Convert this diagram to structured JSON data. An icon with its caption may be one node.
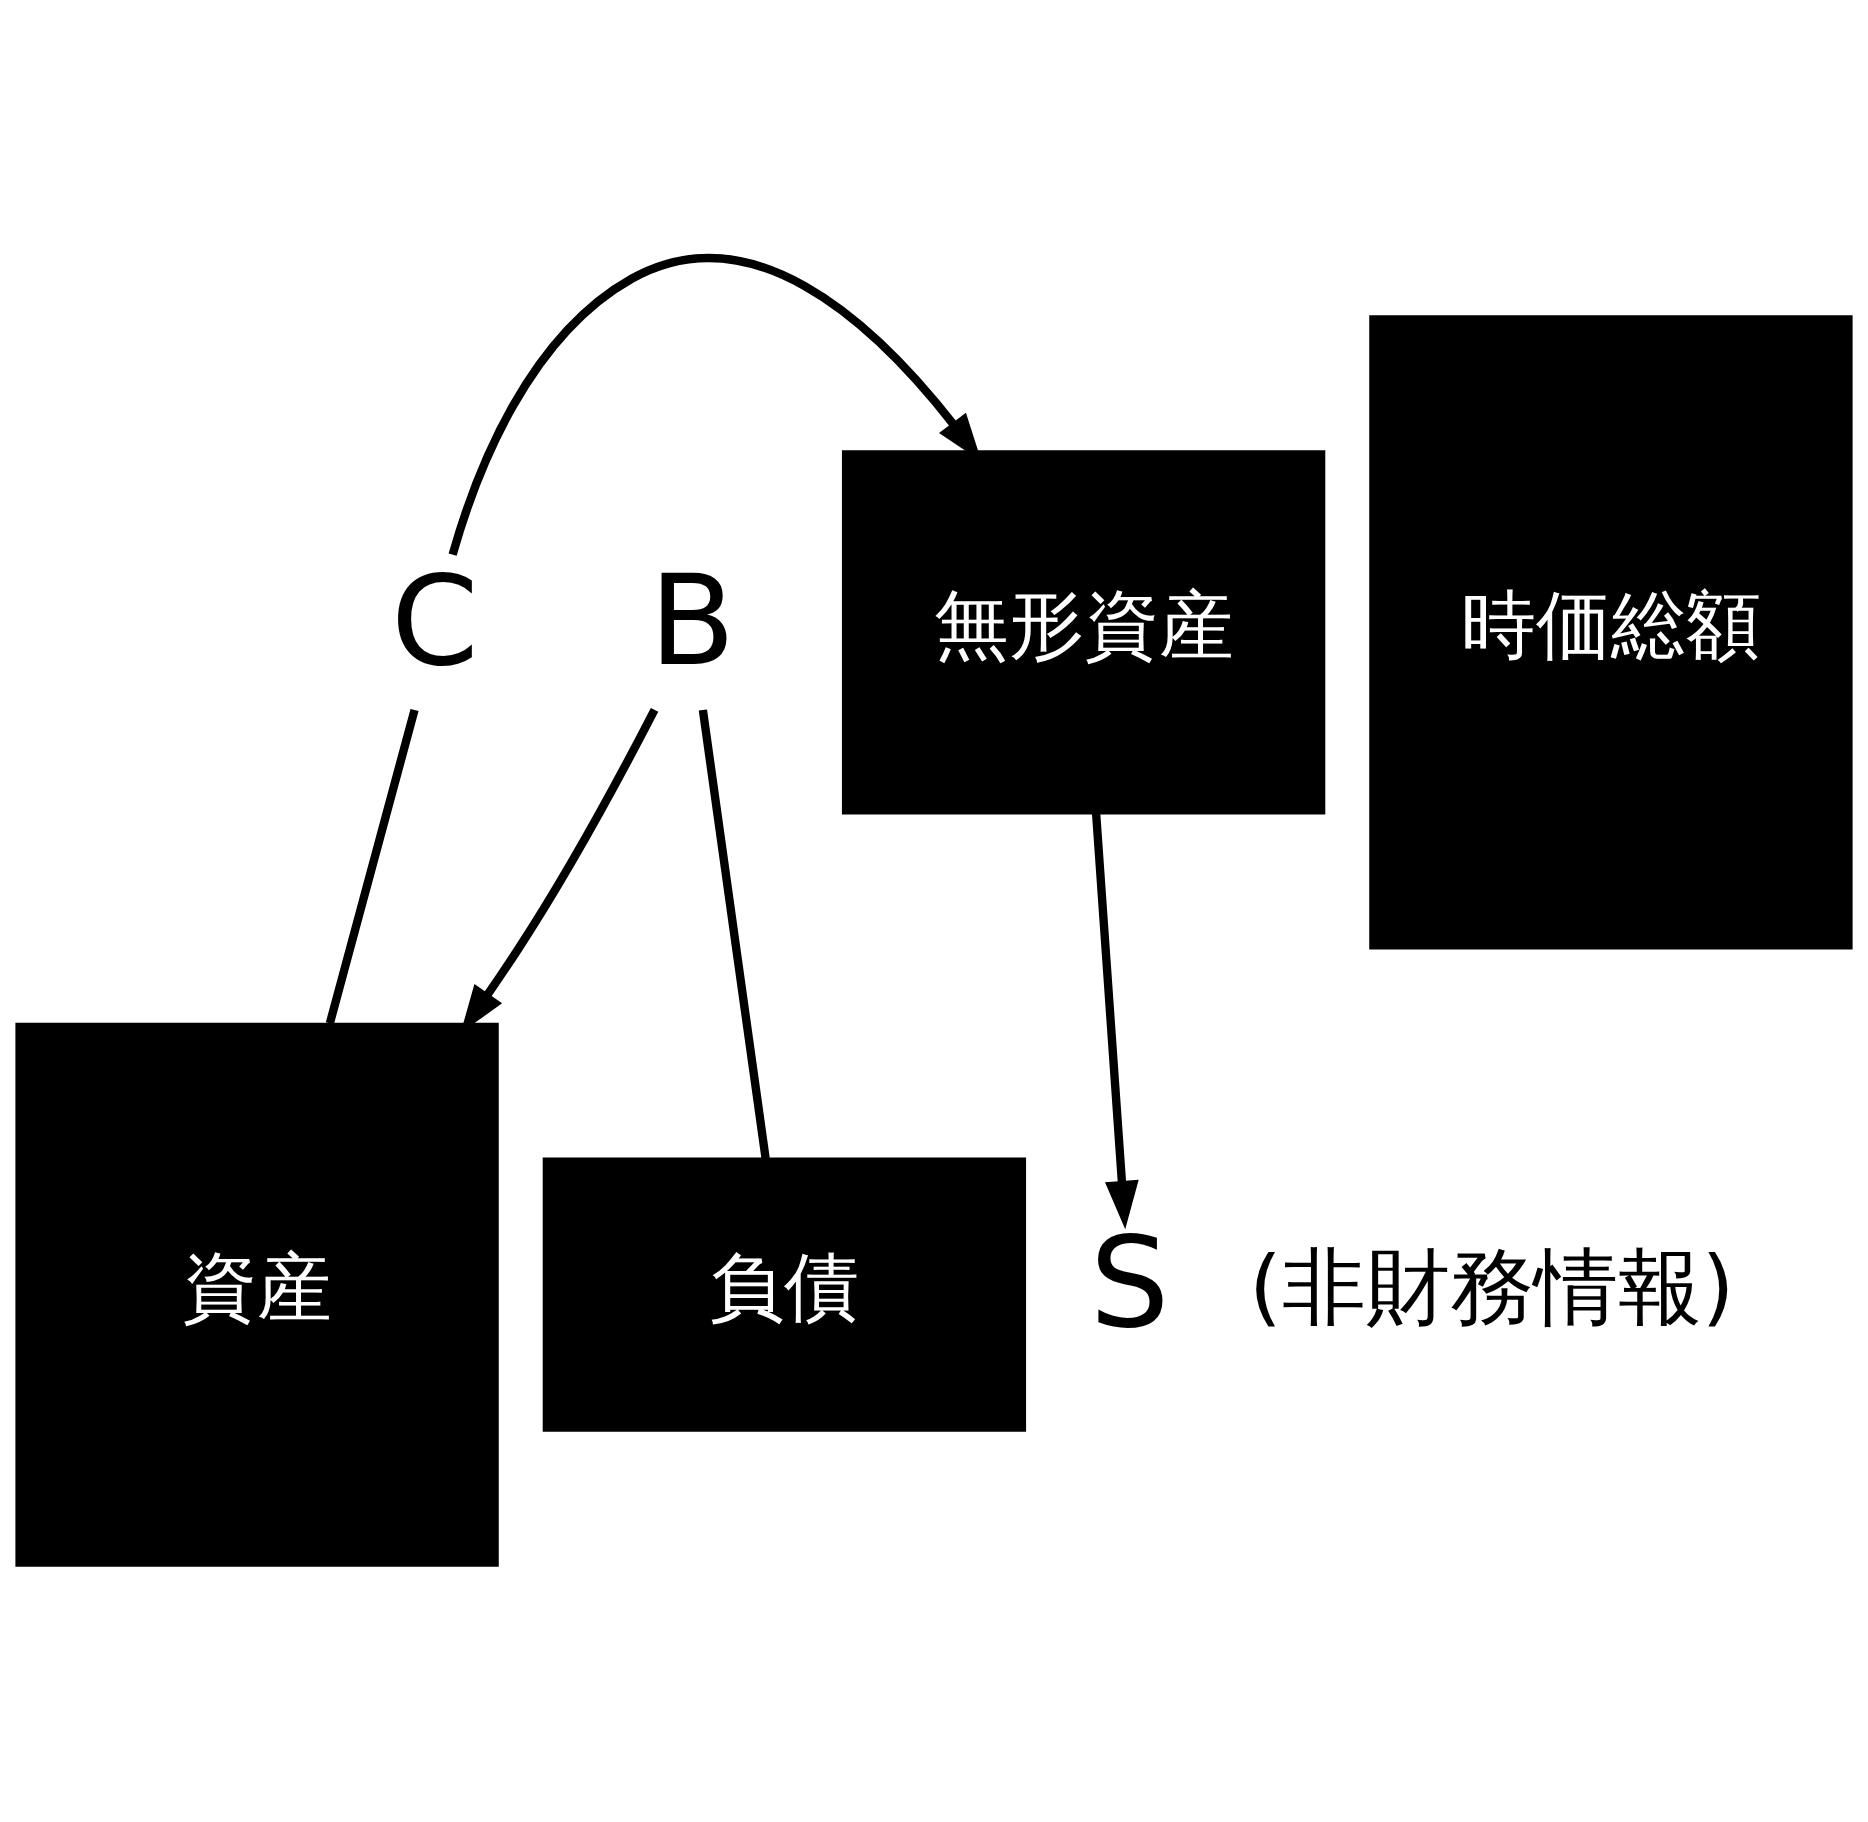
{
  "diagram": {
    "nodes": [
      {
        "text": [
          "B"
        ]
      },
      {
        "text": [
          "資産"
        ]
      },
      {
        "text": [
          "負債"
        ]
      },
      {
        "text": [
          "C"
        ]
      },
      {
        "text": [
          "時価総額"
        ]
      },
      {
        "text": [
          "無形資産"
        ]
      },
      {
        "text": [
          "S"
        ],
        "beside": [
          "(非財務情報)"
        ]
      }
    ],
    "edges": [
      {
        "from": 0,
        "to": 1,
        "arrow": "to"
      },
      {
        "from": 0,
        "to": 2,
        "arrow": "none"
      },
      {
        "from": 3,
        "to": 1,
        "arrow": "none"
      },
      {
        "from": 3,
        "to": 5,
        "arrow": "to"
      },
      {
        "from": 5,
        "to": 6,
        "arrow": "to"
      }
    ]
  }
}
